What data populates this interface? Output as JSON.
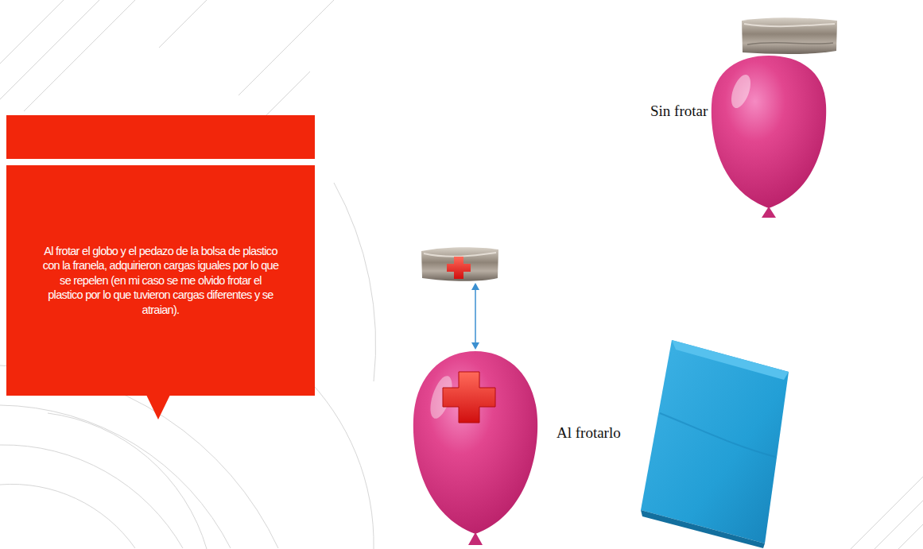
{
  "diagram": {
    "nodes": [
      {
        "text": [
          "Al frotar el globo y el pedazo de la bolsa de plastico con la franela, adquirieron cargas iguales por lo que se repelen (en mi caso se me olvido frotar el plastico por lo que tuvieron cargas diferentes y se atraian)."
        ]
      }
    ],
    "labels": [
      "Sin frotar",
      "Al frotarlo"
    ]
  }
}
